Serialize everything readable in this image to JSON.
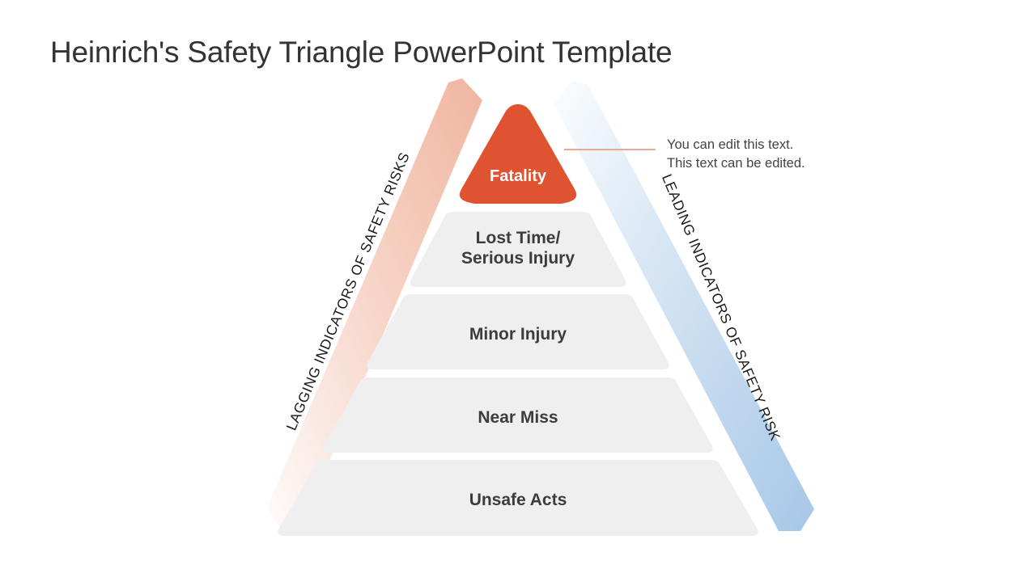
{
  "page_title": "Heinrich's Safety Triangle PowerPoint Template",
  "chart_data": {
    "type": "pyramid",
    "title": "Heinrich's Safety Triangle PowerPoint Template",
    "levels": [
      {
        "label": "Fatality",
        "rank": 1,
        "shape": "triangle-apex",
        "fill": "#df5331",
        "text_color": "#ffffff"
      },
      {
        "label": "Lost Time/\nSerious Injury",
        "rank": 2,
        "shape": "trapezoid",
        "fill": "#efefef",
        "text_color": "#3c3c3c"
      },
      {
        "label": "Minor Injury",
        "rank": 3,
        "shape": "trapezoid",
        "fill": "#efefef",
        "text_color": "#3c3c3c"
      },
      {
        "label": "Near Miss",
        "rank": 4,
        "shape": "trapezoid",
        "fill": "#efefef",
        "text_color": "#3c3c3c"
      },
      {
        "label": "Unsafe Acts",
        "rank": 5,
        "shape": "trapezoid",
        "fill": "#efefef",
        "text_color": "#3c3c3c"
      }
    ],
    "bands": [
      {
        "id": "lagging",
        "label": "LAGGING INDICATORS OF SAFETY RISKS",
        "side": "left",
        "direction": "down-left",
        "color_start": "#f1b8a4",
        "color_end": "#fdf6f3"
      },
      {
        "id": "leading",
        "label": "LEADING INDICATORS OF SAFETY RISK",
        "side": "right",
        "direction": "down-right",
        "color_start": "#f7fafd",
        "color_end": "#a9c8e8"
      }
    ],
    "annotation": {
      "lines": [
        "You can edit this text.",
        "This text can be edited."
      ],
      "text": "You can edit this text.\nThis text can be edited.",
      "connector_color": "#e7ab92"
    }
  },
  "colors": {
    "background": "#ffffff",
    "title": "#333333",
    "accent_orange": "#df5331",
    "tier_gray": "#efefef",
    "tier_text": "#3c3c3c",
    "band_salmon": "#f1b8a4",
    "band_blue": "#a9c8e8",
    "annotation_text": "#434343"
  }
}
